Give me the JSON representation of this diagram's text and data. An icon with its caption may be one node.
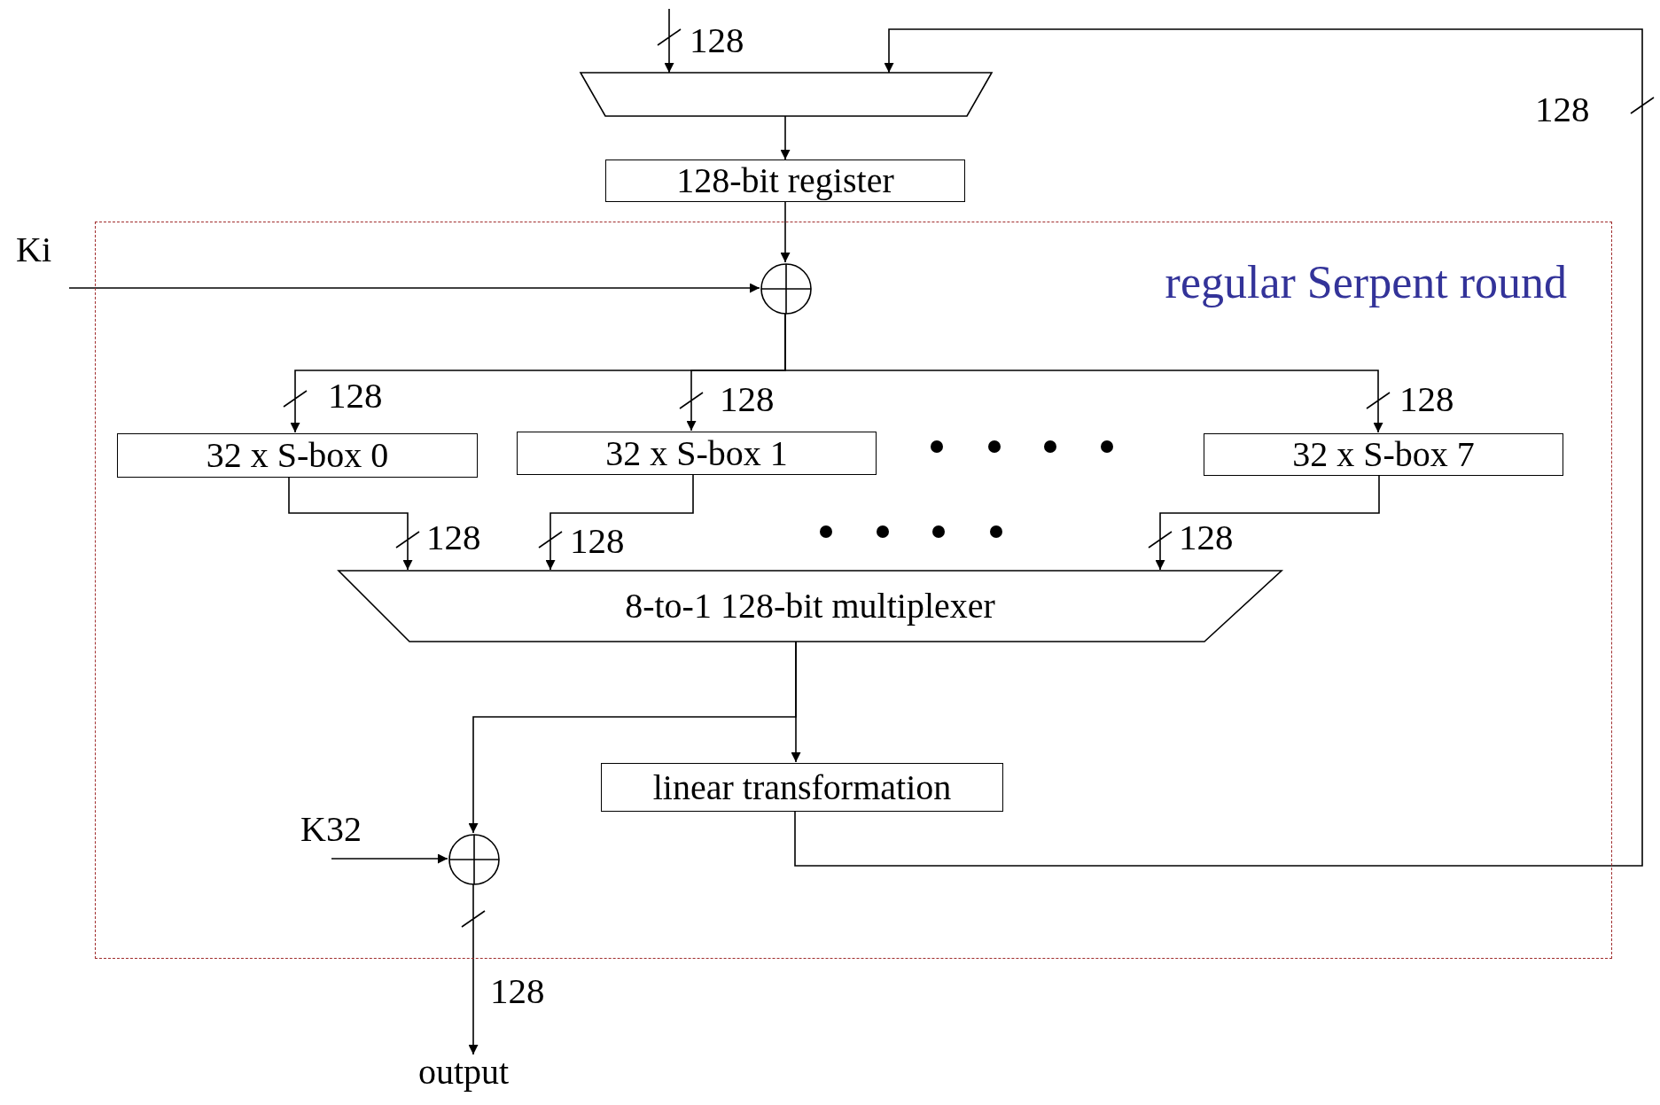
{
  "diagram": {
    "nodes": [
      {
        "text": [
          "regular Serpent round"
        ]
      },
      {
        "text": [],
        "shape": "trapezoid"
      },
      {
        "text": [
          "128-bit register"
        ]
      },
      {
        "text": [],
        "shape": "circle",
        "in": 0
      },
      {
        "text": [
          "Ki"
        ]
      },
      {
        "text": [
          "32 x S-box 0"
        ],
        "in": 0
      },
      {
        "text": [
          "32 x S-box 1"
        ],
        "in": 0
      },
      {
        "text": [
          "32 x S-box 7"
        ],
        "in": 0
      },
      {
        "text": [
          "8-to-1 128-bit multiplexer"
        ],
        "in": 0
      },
      {
        "text": [
          "linear transformation"
        ],
        "in": 0
      },
      {
        "text": [],
        "shape": "circle",
        "in": 0
      },
      {
        "text": [
          "K32"
        ],
        "in": 0
      },
      {
        "text": [
          "output"
        ]
      }
    ],
    "edges": [
      {
        "from": null,
        "to": 1,
        "arrow": "to",
        "label": "128"
      },
      {
        "from": 9,
        "to": 1,
        "arrow": "to",
        "label": "128"
      },
      {
        "from": 1,
        "to": 2,
        "arrow": "to"
      },
      {
        "from": 2,
        "to": 3,
        "arrow": "to"
      },
      {
        "from": 4,
        "to": 3,
        "arrow": "to"
      },
      {
        "from": 3,
        "to": 5,
        "arrow": "to",
        "label": "128"
      },
      {
        "from": 3,
        "to": 6,
        "arrow": "to",
        "label": "128"
      },
      {
        "from": 3,
        "to": 7,
        "arrow": "to",
        "label": "128"
      },
      {
        "from": 5,
        "to": 8,
        "arrow": "to",
        "label": "128"
      },
      {
        "from": 6,
        "to": 8,
        "arrow": "to",
        "label": "128"
      },
      {
        "from": 7,
        "to": 8,
        "arrow": "to",
        "label": "128"
      },
      {
        "from": 8,
        "to": 9,
        "arrow": "to"
      },
      {
        "from": 8,
        "to": 10,
        "arrow": "to"
      },
      {
        "from": 11,
        "to": 10,
        "arrow": "to"
      },
      {
        "from": 10,
        "to": 12,
        "arrow": "to",
        "label": "128"
      }
    ]
  }
}
